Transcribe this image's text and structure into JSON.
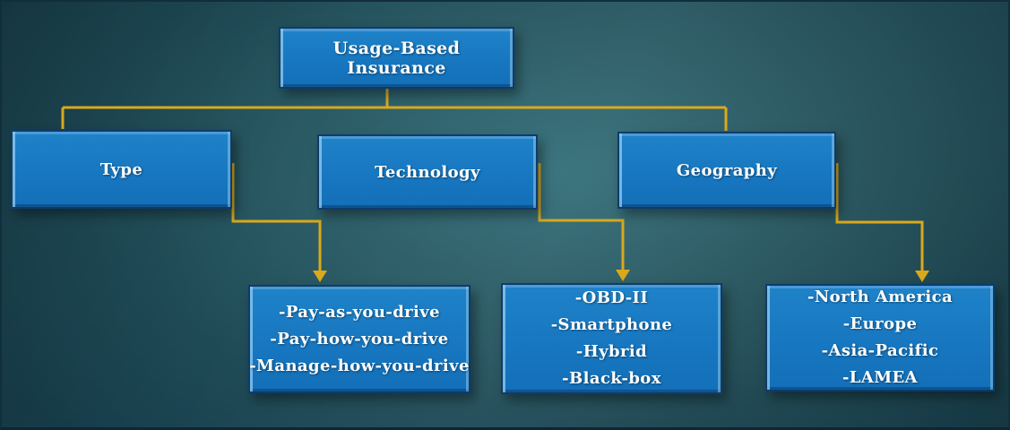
{
  "diagram": {
    "root": {
      "label": "Usage-Based Insurance"
    },
    "branches": [
      {
        "label": "Type",
        "items": [
          "-Pay-as-you-drive",
          "-Pay-how-you-drive",
          "-Manage-how-you-drive"
        ]
      },
      {
        "label": "Technology",
        "items": [
          "-OBD-II",
          "-Smartphone",
          "-Hybrid",
          "-Black-box"
        ]
      },
      {
        "label": "Geography",
        "items": [
          "-North America",
          "-Europe",
          "-Asia-Pacific",
          "-LAMEA"
        ]
      }
    ],
    "colors": {
      "box_fill": "#1777c0",
      "box_border": "#0d3c6b",
      "connector": "#d9a91c",
      "background_center": "#35707a",
      "background_edge": "#173f4c",
      "text": "#ffffff"
    }
  }
}
